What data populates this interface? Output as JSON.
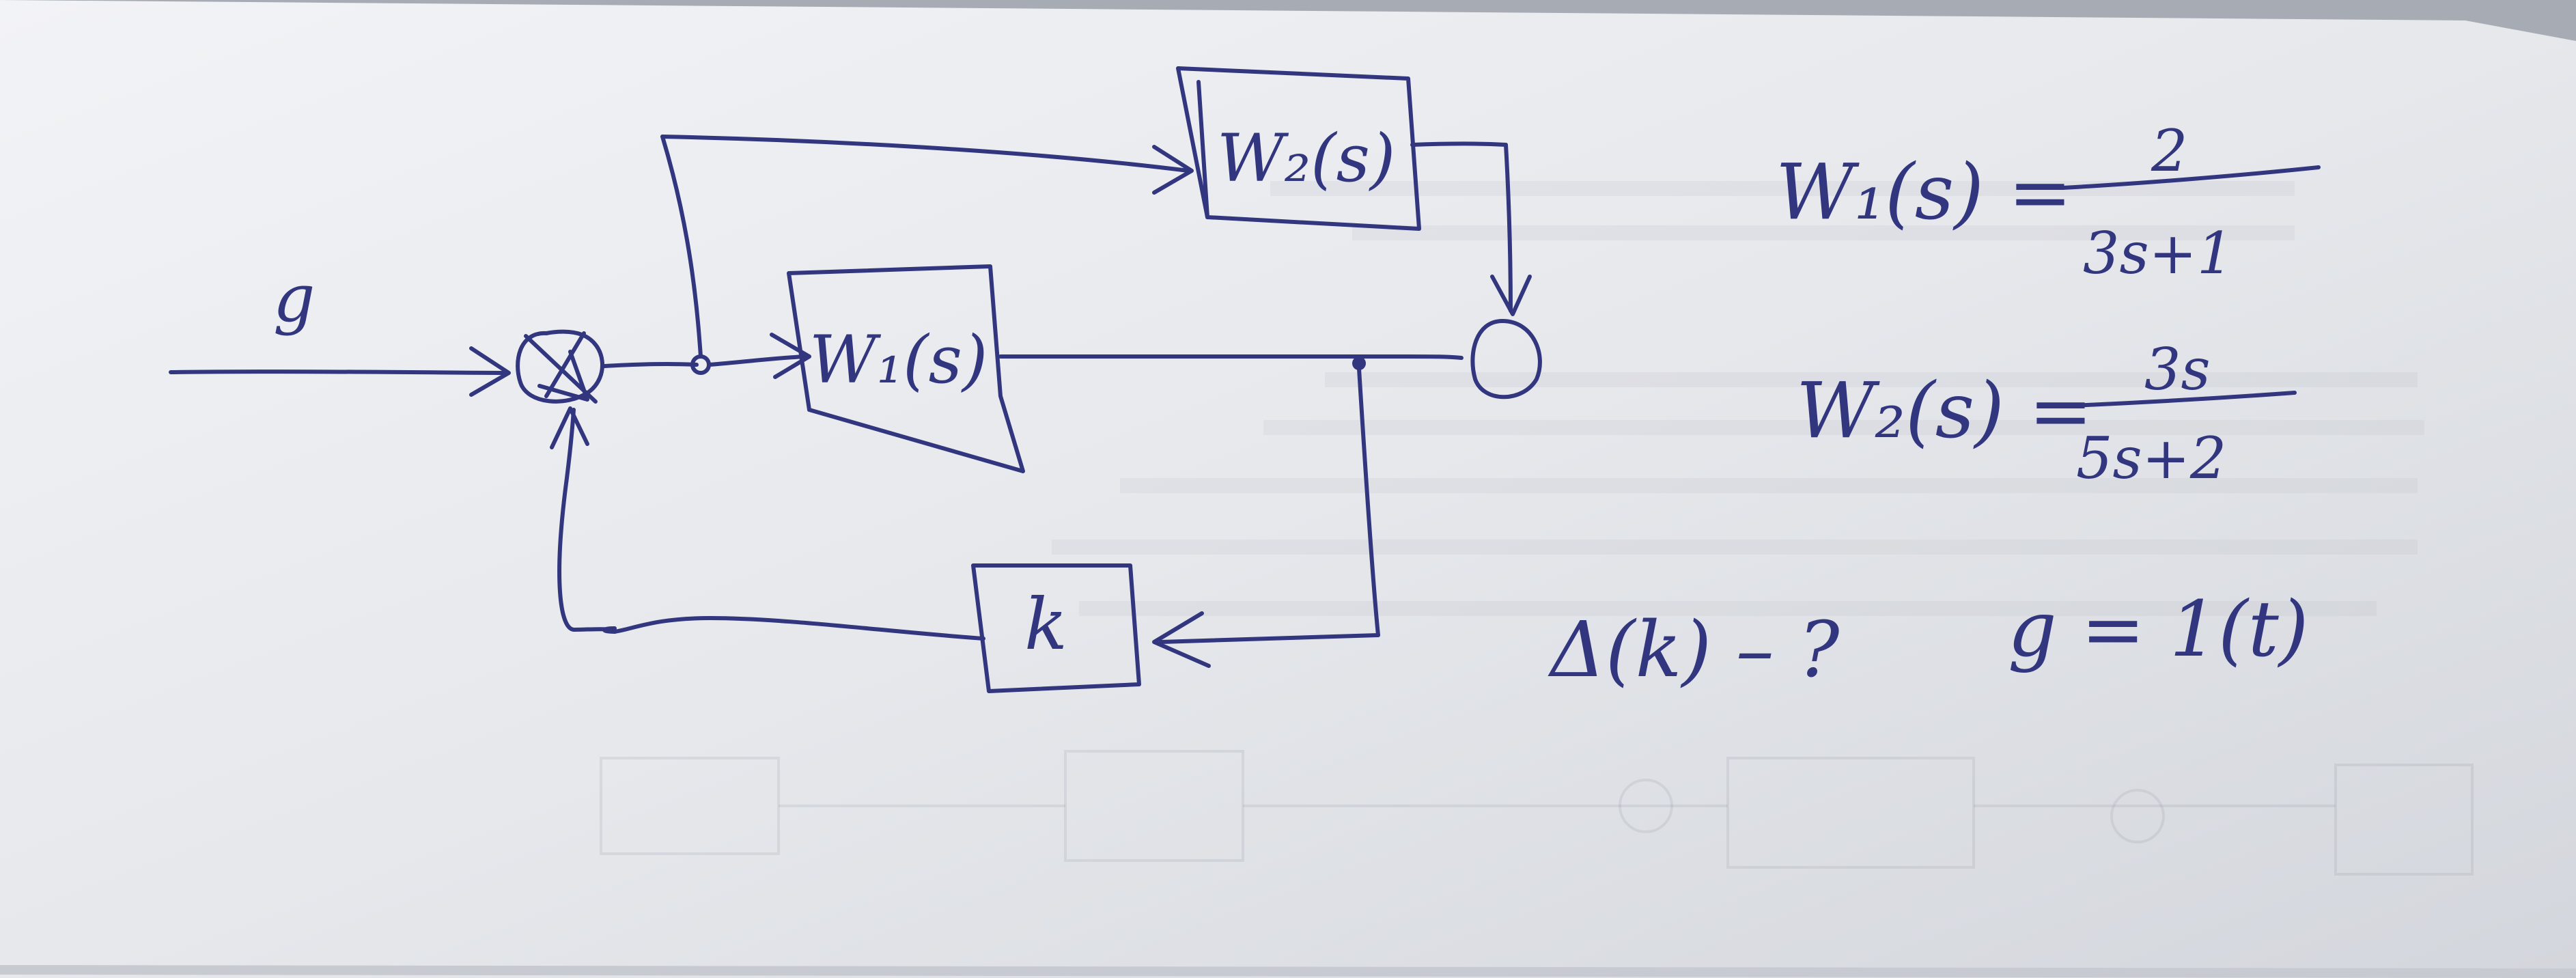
{
  "diagram": {
    "input_label": "g",
    "blocks": {
      "w1": "W₁(s)",
      "w2": "W₂(s)",
      "k": "k"
    }
  },
  "equations": {
    "w1_lhs": "W₁(s) =",
    "w1_num": "2",
    "w1_den": "3s+1",
    "w2_lhs": "W₂(s) =",
    "w2_num": "3s",
    "w2_den": "5s+2",
    "question": "Δ(k) – ?",
    "input_def": "g = 1(t)"
  },
  "colors": {
    "ink": "#32367f",
    "paper": "#eceef1"
  }
}
